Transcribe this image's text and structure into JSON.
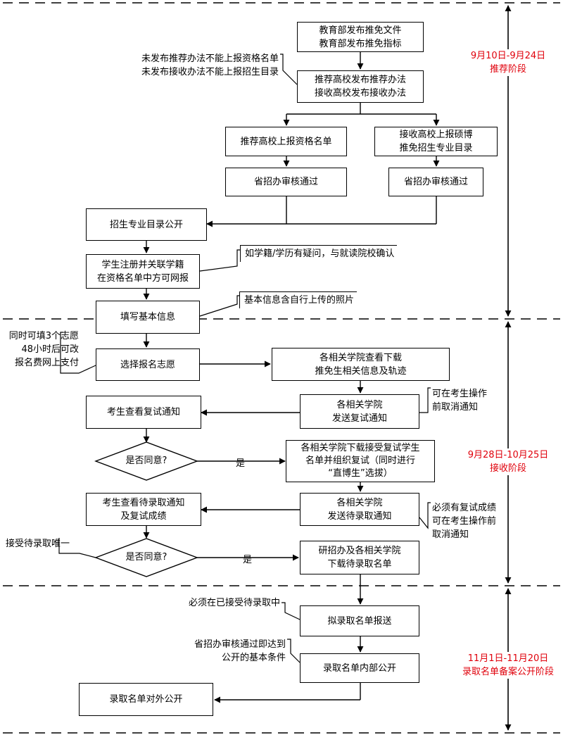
{
  "boxes": {
    "b1": [
      "教育部发布推免文件",
      "教育部发布推免指标"
    ],
    "b2": [
      "推荐高校发布推荐办法",
      "接收高校发布接收办法"
    ],
    "b3": [
      "推荐高校上报资格名单"
    ],
    "b4": [
      "接收高校上报硕博",
      "推免招生专业目录"
    ],
    "b5": [
      "省招办审核通过"
    ],
    "b6": [
      "省招办审核通过"
    ],
    "b7": [
      "招生专业目录公开"
    ],
    "b8": [
      "学生注册并关联学籍",
      "在资格名单中方可网报"
    ],
    "b9": [
      "填写基本信息"
    ],
    "b10": [
      "选择报名志愿"
    ],
    "b11": [
      "各相关学院查看下载",
      "推免生相关信息及轨迹"
    ],
    "b12": [
      "考生查看复试通知"
    ],
    "b13": [
      "各相关学院",
      "发送复试通知"
    ],
    "b14": [
      "各相关学院下载接受复试学生",
      "名单并组织复试（同时进行",
      "“直博生”选拔）"
    ],
    "b15": [
      "考生查看待录取通知",
      "及复试成绩"
    ],
    "b16": [
      "各相关学院",
      "发送待录取通知"
    ],
    "b17": [
      "研招办及各相关学院",
      "下载待录取名单"
    ],
    "b18": [
      "拟录取名单报送"
    ],
    "b19": [
      "录取名单内部公开"
    ],
    "b20": [
      "录取名单对外公开"
    ]
  },
  "diamonds": {
    "d1": "是否同意?",
    "d2": "是否同意?"
  },
  "yes_label": "是",
  "notes": {
    "n1": [
      "未发布推荐办法不能上报资格名单",
      "未发布接收办法不能上报招生目录"
    ],
    "n2": [
      "如学籍/学历有疑问，与就读院校确认"
    ],
    "n3": [
      "基本信息含自行上传的照片"
    ],
    "n4": [
      "同时可填3个志愿",
      "48小时后可改",
      "报名费网上支付"
    ],
    "n5": [
      "可在考生操作",
      "前取消通知"
    ],
    "n6": [
      "必须有复试成绩",
      "可在考生操作前",
      "取消通知"
    ],
    "n7": [
      "接受待录取唯一"
    ],
    "n8": [
      "必须在已接受待录取中"
    ],
    "n9": [
      "省招办审核通过即达到",
      "公开的基本条件"
    ]
  },
  "stages": [
    [
      "9月10日-9月24日",
      "推荐阶段"
    ],
    [
      "9月28日-10月25日",
      "接收阶段"
    ],
    [
      "11月1日-11月20日",
      "录取名单备案公开阶段"
    ]
  ],
  "colors": {
    "stage_text": "#e0000b",
    "line": "#000000",
    "background": "#ffffff"
  }
}
